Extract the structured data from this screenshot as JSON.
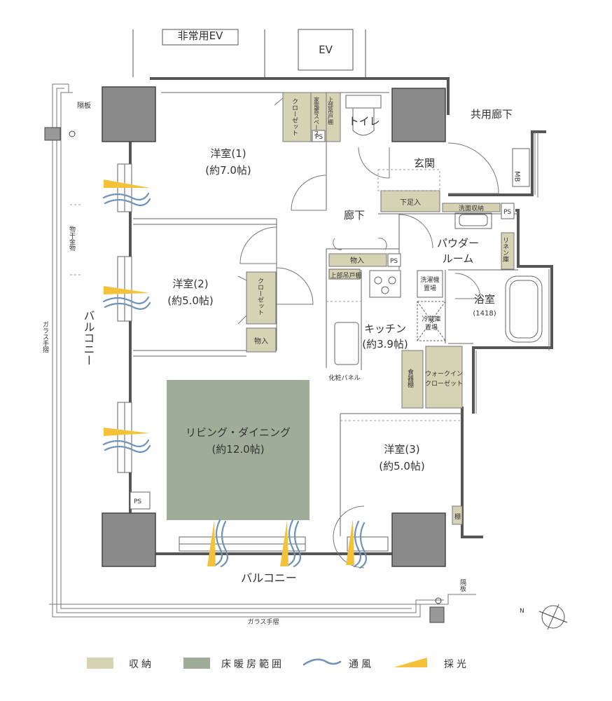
{
  "colors": {
    "storage": "#d6d2b4",
    "floor_heating": "#9fac98",
    "wall": "#555555",
    "column": "#8a8a8a",
    "wind": "#6f93b8",
    "light": "#f3c23a"
  },
  "labels": {
    "emergency_ev": "非常用EV",
    "ev": "EV",
    "partition_top": "隔板",
    "partition_bottom": "隔板",
    "common_corridor": "共用廊下",
    "mb": "MB",
    "genkan": "玄関",
    "toilet": "トイレ",
    "corridor": "廊下",
    "ps1": "PS",
    "ps2": "PS",
    "ps3": "PS",
    "ps4": "PS",
    "closet1": "クローゼット",
    "kaden_space": "家電置スペース",
    "upper_cabinet_toilet": "上部吊戸棚",
    "geta": "下足入",
    "sink_storage": "洗面収納",
    "linen": "リネン庫",
    "powder_room_l1": "パウダー",
    "powder_room_l2": "ルーム",
    "bath": "浴室",
    "bath_size": "(1418)",
    "washer": "洗濯機",
    "washer2": "置場",
    "fridge": "冷蔵庫",
    "fridge2": "置場",
    "storage_kitchen": "物入",
    "upper_cabinet_kitchen": "上部吊戸棚",
    "kitchen": "キッチン",
    "kitchen_size": "(約3.9帖)",
    "makeup_panel": "化粧パネル",
    "pantry": "食器棚",
    "walkin_l1": "ウォークイン",
    "walkin_l2": "クローゼット",
    "room1": "洋室(1)",
    "room1_size": "(約7.0帖)",
    "room2": "洋室(2)",
    "room2_size": "(約5.0帖)",
    "closet2": "クローゼット",
    "storage_room2": "物入",
    "ldk": "リビング・ダイニング",
    "ldk_size": "(約12.0帖)",
    "room3": "洋室(3)",
    "room3_size": "(約5.0帖)",
    "shelf": "棚",
    "balcony_side": "バルコニー",
    "balcony_bottom": "バルコニー",
    "laundry_hardware": "物干金物",
    "glass_rail_side": "ガラス手摺",
    "glass_rail_bottom": "ガラス手摺",
    "compass_n": "N"
  },
  "legend": [
    {
      "label": "収納",
      "kind": "swatch",
      "color": "#d6d2b4"
    },
    {
      "label": "床暖房範囲",
      "kind": "swatch",
      "color": "#9fac98"
    },
    {
      "label": "通風",
      "kind": "wind",
      "color": "#6f93b8"
    },
    {
      "label": "採光",
      "kind": "light",
      "color": "#f3c23a"
    }
  ]
}
